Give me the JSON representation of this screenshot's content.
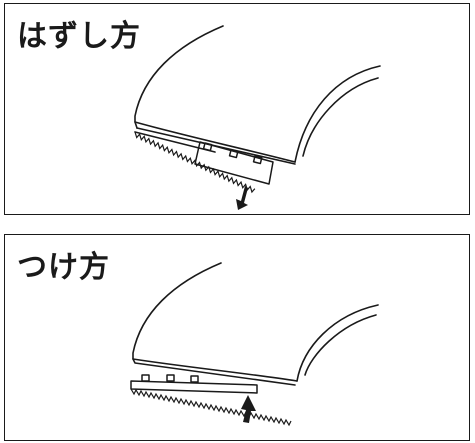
{
  "panels": [
    {
      "title": "はずし方",
      "arrow_direction": "down"
    },
    {
      "title": "つけ方",
      "arrow_direction": "up"
    }
  ],
  "colors": {
    "line": "#1a1a1a",
    "background": "#ffffff"
  }
}
